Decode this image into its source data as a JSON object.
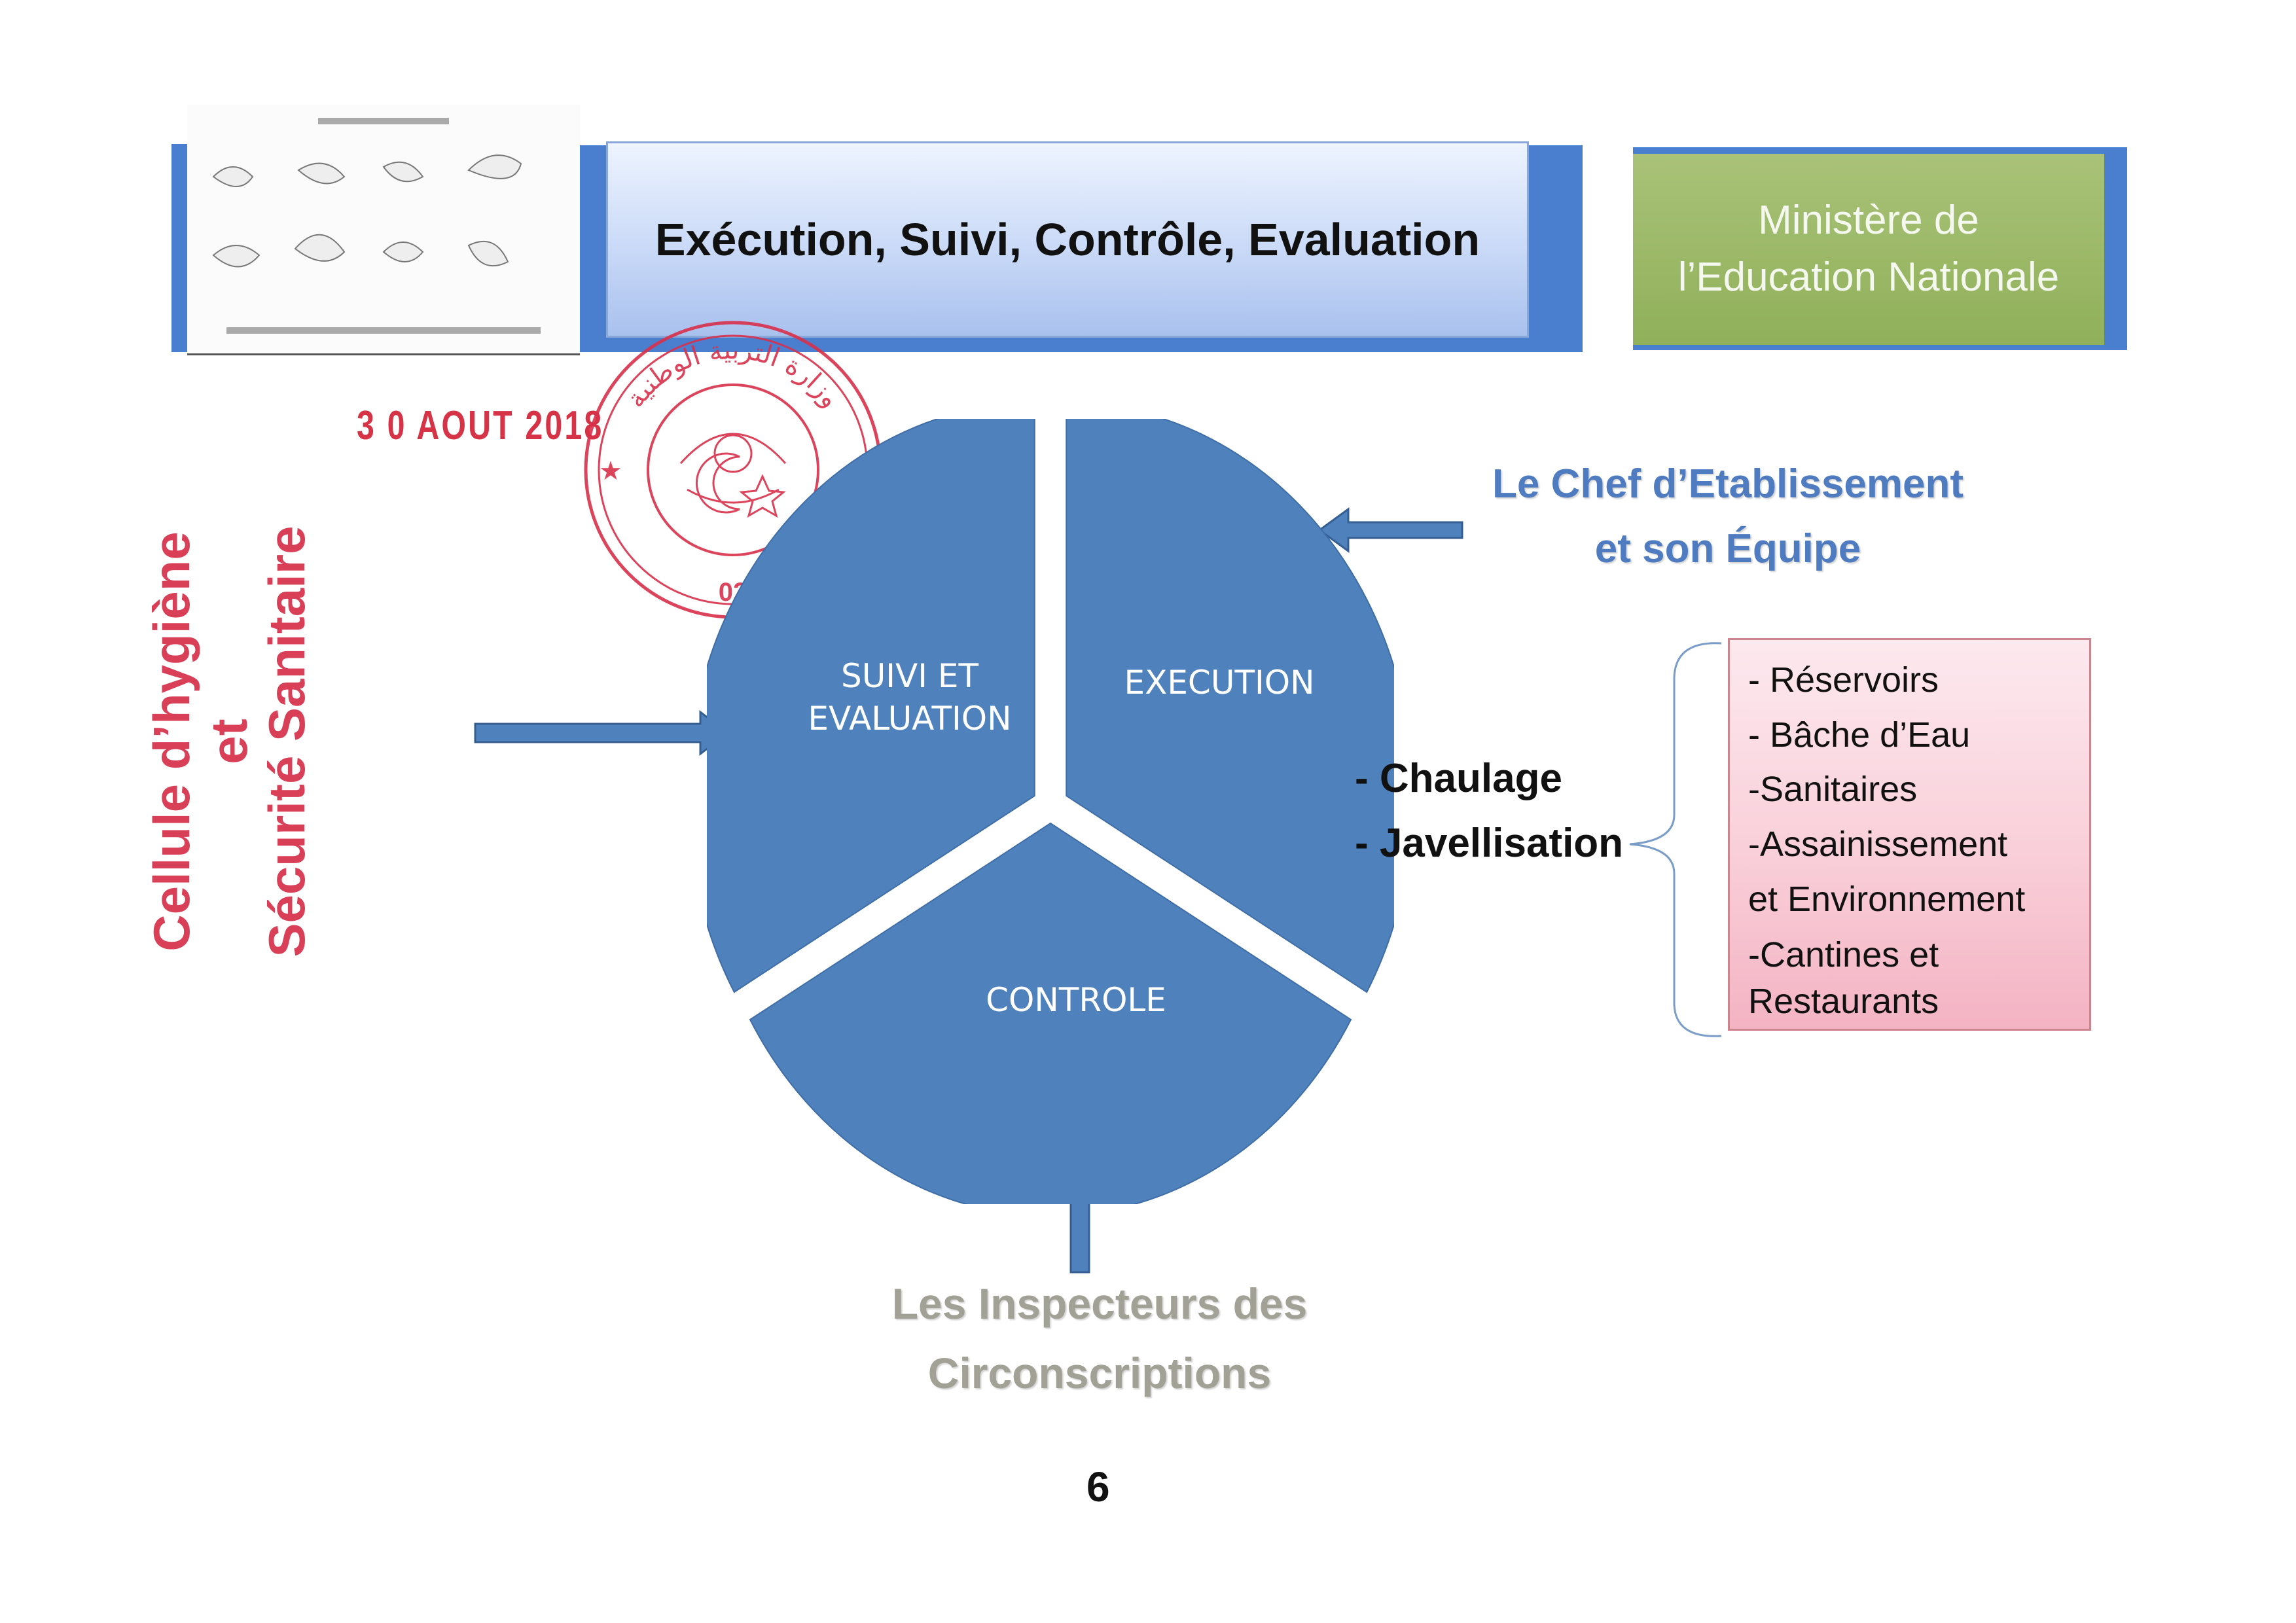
{
  "title": "Exécution, Suivi, Contrôle, Evaluation",
  "ministry": {
    "line1": "Ministère de",
    "line2": "l’Education Nationale"
  },
  "date_stamp": "3 0 AOUT 2018",
  "seal": {
    "arabic_text": "وزارة التربية الوطنية",
    "number": "02"
  },
  "cell": {
    "line1": "Cellule d’hygiène",
    "line2": "et",
    "line3": "Sécurité Sanitaire"
  },
  "pie": {
    "segments": [
      {
        "line1": "SUIVI ET",
        "line2": "EVALUATION"
      },
      {
        "line1": "EXECUTION"
      },
      {
        "line1": "CONTROLE"
      }
    ]
  },
  "chef": {
    "line1": "Le Chef d’Etablissement",
    "line2": "et son Équipe"
  },
  "inspecteurs": {
    "line1": "Les Inspecteurs des",
    "line2": "Circonscriptions"
  },
  "treatments": [
    "- Chaulage",
    "- Javellisation"
  ],
  "list_items": [
    "- Réservoirs",
    "- Bâche d’Eau",
    "-Sanitaires",
    "-Assainissement",
    " et Environnement",
    "-Cantines et",
    "Restaurants"
  ],
  "page_number": "6",
  "colors": {
    "pie": "#4f81bd",
    "banner_blue": "#4a7fd0",
    "ministry_green": "#9bb869",
    "stamp_red": "#d63347",
    "cell_red": "#d94058"
  }
}
